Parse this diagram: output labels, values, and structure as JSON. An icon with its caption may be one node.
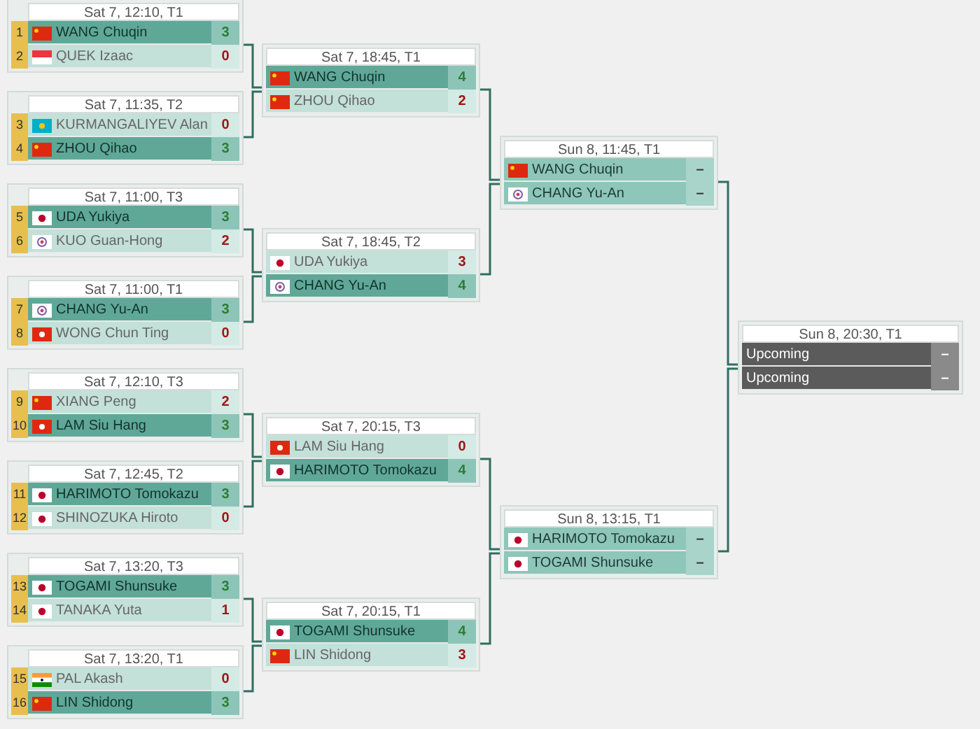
{
  "diagram": {
    "nodes": [
      {
        "text": [
          "Sat 7, 12:10, T1"
        ]
      },
      {
        "text": [
          "1",
          "WANG Chuqin",
          "3"
        ],
        "in": 0
      },
      {
        "text": [
          "2",
          "QUEK Izaac",
          "0"
        ],
        "in": 0
      },
      {
        "text": [
          "Sat 7, 11:35, T2"
        ]
      },
      {
        "text": [
          "3",
          "KURMANGALIYEV Alan",
          "0"
        ],
        "in": 3
      },
      {
        "text": [
          "4",
          "ZHOU Qihao",
          "3"
        ],
        "in": 3
      },
      {
        "text": [
          "Sat 7, 11:00, T3"
        ]
      },
      {
        "text": [
          "5",
          "UDA Yukiya",
          "3"
        ],
        "in": 6
      },
      {
        "text": [
          "6",
          "KUO Guan-Hong",
          "2"
        ],
        "in": 6
      },
      {
        "text": [
          "Sat 7, 11:00, T1"
        ]
      },
      {
        "text": [
          "7",
          "CHANG Yu-An",
          "3"
        ],
        "in": 9
      },
      {
        "text": [
          "8",
          "WONG Chun Ting",
          "0"
        ],
        "in": 9
      },
      {
        "text": [
          "Sat 7, 12:10, T3"
        ]
      },
      {
        "text": [
          "9",
          "XIANG Peng",
          "2"
        ],
        "in": 12
      },
      {
        "text": [
          "10",
          "LAM Siu Hang",
          "3"
        ],
        "in": 12
      },
      {
        "text": [
          "Sat 7, 12:45, T2"
        ]
      },
      {
        "text": [
          "11",
          "HARIMOTO Tomokazu",
          "3"
        ],
        "in": 15
      },
      {
        "text": [
          "12",
          "SHINOZUKA Hiroto",
          "0"
        ],
        "in": 15
      },
      {
        "text": [
          "Sat 7, 13:20, T3"
        ]
      },
      {
        "text": [
          "13",
          "TOGAMI Shunsuke",
          "3"
        ],
        "in": 18
      },
      {
        "text": [
          "14",
          "TANAKA Yuta",
          "1"
        ],
        "in": 18
      },
      {
        "text": [
          "Sat 7, 13:20, T1"
        ]
      },
      {
        "text": [
          "15",
          "PAL Akash",
          "0"
        ],
        "in": 21
      },
      {
        "text": [
          "16",
          "LIN Shidong",
          "3"
        ],
        "in": 21
      },
      {
        "text": [
          "Sat 7, 18:45, T1"
        ]
      },
      {
        "text": [
          "WANG Chuqin",
          "4"
        ],
        "in": 24
      },
      {
        "text": [
          "ZHOU Qihao",
          "2"
        ],
        "in": 24
      },
      {
        "text": [
          "Sat 7, 18:45, T2"
        ]
      },
      {
        "text": [
          "UDA Yukiya",
          "3"
        ],
        "in": 27
      },
      {
        "text": [
          "CHANG Yu-An",
          "4"
        ],
        "in": 27
      },
      {
        "text": [
          "Sat 7, 20:15, T3"
        ]
      },
      {
        "text": [
          "LAM Siu Hang",
          "0"
        ],
        "in": 30
      },
      {
        "text": [
          "HARIMOTO Tomokazu",
          "4"
        ],
        "in": 30
      },
      {
        "text": [
          "Sat 7, 20:15, T1"
        ]
      },
      {
        "text": [
          "TOGAMI Shunsuke",
          "4"
        ],
        "in": 33
      },
      {
        "text": [
          "LIN Shidong",
          "3"
        ],
        "in": 33
      },
      {
        "text": [
          "Sun 8, 11:45, T1"
        ]
      },
      {
        "text": [
          "WANG Chuqin",
          "–"
        ],
        "in": 36
      },
      {
        "text": [
          "CHANG Yu-An",
          "–"
        ],
        "in": 36
      },
      {
        "text": [
          "Sun 8, 13:15, T1"
        ]
      },
      {
        "text": [
          "HARIMOTO Tomokazu",
          "–"
        ],
        "in": 39
      },
      {
        "text": [
          "TOGAMI Shunsuke",
          "–"
        ],
        "in": 39
      },
      {
        "text": [
          "Sun 8, 20:30, T1"
        ]
      },
      {
        "text": [
          "Upcoming",
          "–"
        ],
        "in": 42
      },
      {
        "text": [
          "Upcoming",
          "–"
        ],
        "in": 42
      }
    ],
    "edges": [
      {
        "from": 0,
        "to": 24,
        "arrow": "none"
      },
      {
        "from": 3,
        "to": 24,
        "arrow": "none"
      },
      {
        "from": 6,
        "to": 27,
        "arrow": "none"
      },
      {
        "from": 9,
        "to": 27,
        "arrow": "none"
      },
      {
        "from": 12,
        "to": 30,
        "arrow": "none"
      },
      {
        "from": 15,
        "to": 30,
        "arrow": "none"
      },
      {
        "from": 18,
        "to": 33,
        "arrow": "none"
      },
      {
        "from": 21,
        "to": 33,
        "arrow": "none"
      },
      {
        "from": 24,
        "to": 36,
        "arrow": "none"
      },
      {
        "from": 27,
        "to": 36,
        "arrow": "none"
      },
      {
        "from": 30,
        "to": 39,
        "arrow": "none"
      },
      {
        "from": 33,
        "to": 39,
        "arrow": "none"
      },
      {
        "from": 36,
        "to": 42,
        "arrow": "none"
      },
      {
        "from": 39,
        "to": 42,
        "arrow": "none"
      }
    ]
  }
}
